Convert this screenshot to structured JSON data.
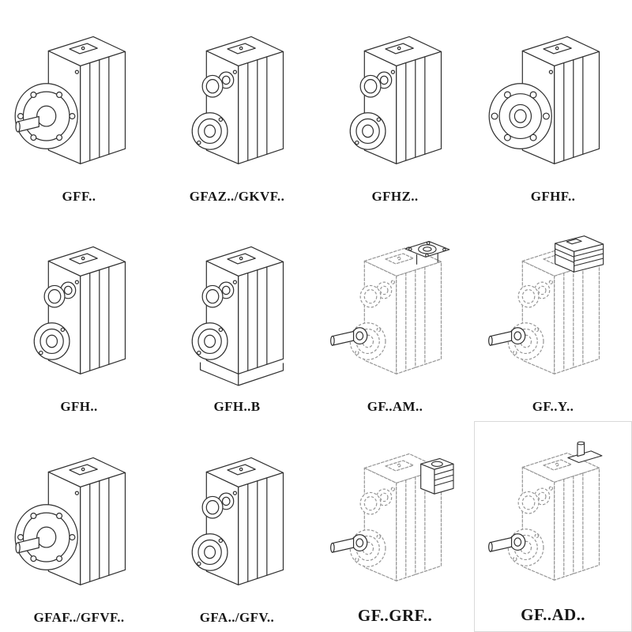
{
  "colors": {
    "line": "#2f2f2f",
    "background": "#ffffff",
    "label_text": "#161616"
  },
  "products": [
    {
      "label": "GFF..",
      "drawing": "flange-mounted-gearbox-solid-shaft"
    },
    {
      "label": "GFAZ../GKVF..",
      "drawing": "hollow-shaft-gearbox"
    },
    {
      "label": "GFHZ..",
      "drawing": "hollow-shaft-gearbox-shrink-disc"
    },
    {
      "label": "GFHF..",
      "drawing": "flange-mounted-hollow-shaft-gearbox"
    },
    {
      "label": "GFH..",
      "drawing": "hollow-shaft-gearbox"
    },
    {
      "label": "GFH..B",
      "drawing": "foot-mounted-hollow-shaft-gearbox"
    },
    {
      "label": "GF..AM..",
      "drawing": "phantom-gearbox-iec-adapter-flange"
    },
    {
      "label": "GF..Y..",
      "drawing": "phantom-gearbox-with-motor"
    },
    {
      "label": "GFAF../GFVF..",
      "drawing": "flange-mounted-gearbox-solid-shaft"
    },
    {
      "label": "GFA../GFV..",
      "drawing": "hollow-shaft-gearbox"
    },
    {
      "label": "GF..GRF..",
      "drawing": "phantom-gearbox-side-adapter"
    },
    {
      "label": "GF..AD..",
      "drawing": "phantom-gearbox-top-input-shaft"
    }
  ]
}
